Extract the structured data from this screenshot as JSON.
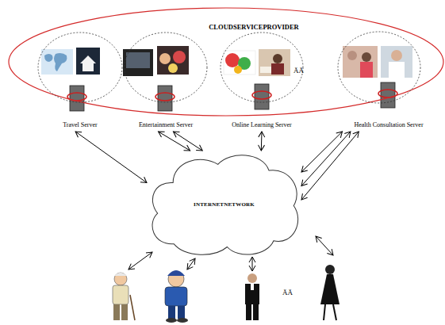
{
  "diagram": {
    "nodes": [
      {
        "text": [
          "CLOUDSERVICEPROVIDER"
        ]
      },
      {
        "text": [
          "Travel Server"
        ],
        "in": 0
      },
      {
        "text": [
          "Entertainment Server"
        ],
        "in": 0
      },
      {
        "text": [
          "Online Learning Server"
        ],
        "in": 0
      },
      {
        "text": [
          "Health Consultation Server"
        ],
        "in": 0
      },
      {
        "text": [
          "INTERNETNETWORK"
        ]
      }
    ],
    "edges": [
      {
        "from": 1,
        "to": 5,
        "arrow": "both"
      },
      {
        "from": 2,
        "to": 5,
        "arrow": "both"
      },
      {
        "from": 2,
        "to": 5,
        "arrow": "both"
      },
      {
        "from": 3,
        "to": 5,
        "arrow": "both"
      },
      {
        "from": 4,
        "to": 5,
        "arrow": "both"
      },
      {
        "from": 4,
        "to": 5,
        "arrow": "both"
      },
      {
        "from": 4,
        "to": 5,
        "arrow": "both"
      }
    ],
    "labels": [
      "ÄÄ",
      "ÄÄ"
    ]
  }
}
